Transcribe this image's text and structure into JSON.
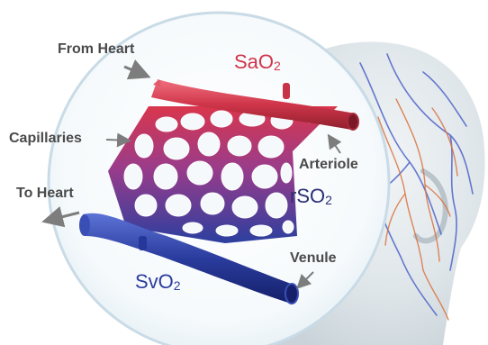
{
  "labels": {
    "from_heart": "From Heart",
    "capillaries": "Capillaries",
    "to_heart": "To Heart",
    "arteriole": "Arteriole",
    "venule": "Venule"
  },
  "saturation": {
    "arterial": {
      "base": "SaO",
      "sub": "2"
    },
    "regional": {
      "base": "rSO",
      "sub": "2"
    },
    "venous": {
      "base": "SvO",
      "sub": "2"
    }
  },
  "colors": {
    "arterial": "#d0354a",
    "venous": "#2a3c9e",
    "regional_text": "#2b2f73",
    "callout_text": "#4a4a4a",
    "circle_edge": "#c9dbe6"
  }
}
